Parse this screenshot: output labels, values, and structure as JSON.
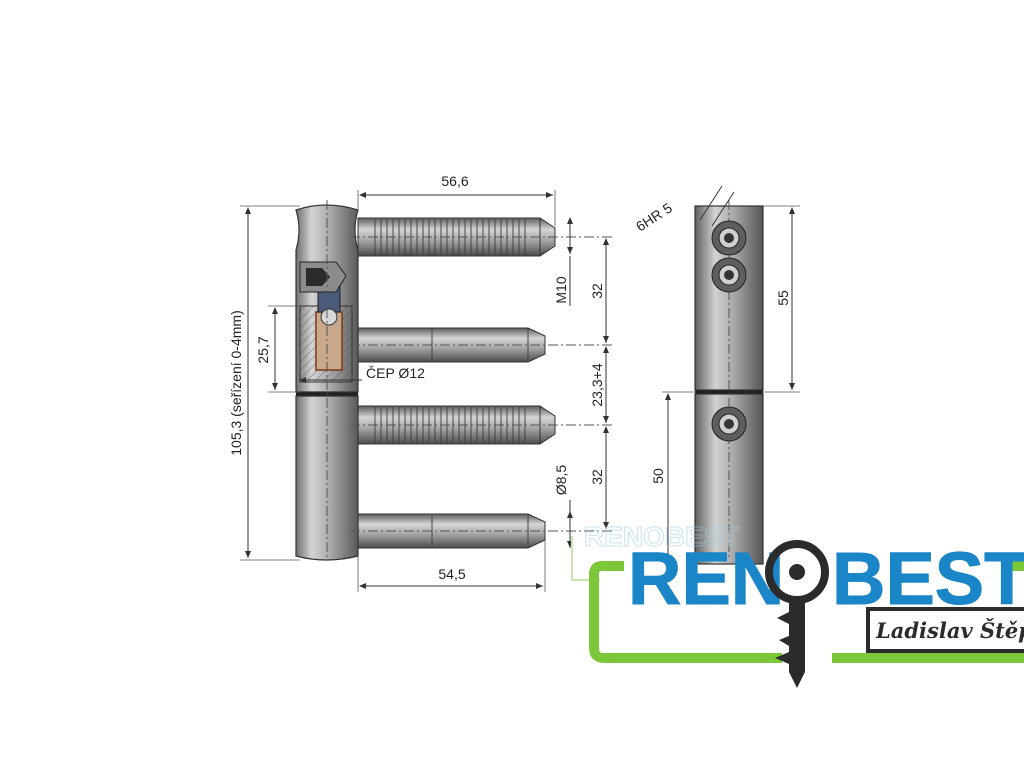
{
  "dimensions": {
    "top_width": "56,6",
    "bottom_width": "54,5",
    "total_height": "105,3 (seřízení 0-4mm)",
    "inner_height": "25,7",
    "pin_label": "ČEP Ø12",
    "thread_label": "M10",
    "thread_spacing": "32",
    "middle_spacing": "23,3+4",
    "bottom_spacing": "32",
    "bottom_pin_label": "Ø8,5",
    "hex_label": "6HR 5",
    "side_upper": "55",
    "side_lower": "50"
  },
  "logo": {
    "name_left": "REN",
    "name_right": "BEST",
    "subtitle": "Ladislav Štěpán",
    "ghost_text": "RENOBEST",
    "colors": {
      "blue": "#1b86c7",
      "green": "#7cc63a",
      "dark": "#2b2b2b"
    }
  }
}
